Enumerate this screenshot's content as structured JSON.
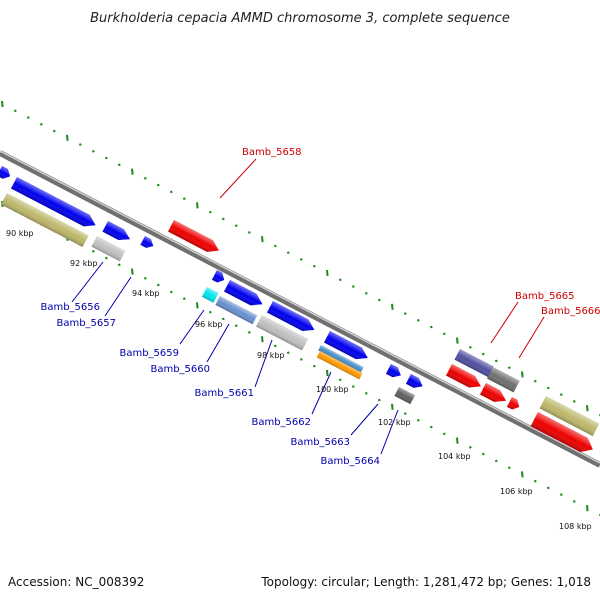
{
  "title": "Burkholderia cepacia AMMD chromosome 3, complete sequence",
  "footer": {
    "accession": "Accession: NC_008392",
    "topology": "Topology: circular; Length: 1,281,472 bp; Genes: 1,018"
  },
  "colors": {
    "backbone": "#808080",
    "tick_outer": "#1a8a1a",
    "tick_inner": "#1a8a1a",
    "label_forward": "#cc0000",
    "label_reverse": "#0000aa",
    "leader_forward": "#cc0000",
    "leader_reverse": "#0000aa"
  },
  "scale": {
    "labels": [
      "90 kbp",
      "92 kbp",
      "94 kbp",
      "96 kbp",
      "98 kbp",
      "100 kbp",
      "102 kbp",
      "104 kbp",
      "106 kbp",
      "108 kbp"
    ]
  },
  "genes": {
    "labels": [
      "Bamb_5656",
      "Bamb_5657",
      "Bamb_5658",
      "Bamb_5659",
      "Bamb_5660",
      "Bamb_5661",
      "Bamb_5662",
      "Bamb_5663",
      "Bamb_5664",
      "Bamb_5665",
      "Bamb_5666"
    ]
  },
  "features": [
    {
      "color": "#0000ee",
      "arrow": true
    },
    {
      "color": "#0000ee",
      "arrow": true
    },
    {
      "color": "#bdb76b",
      "arrow": false
    },
    {
      "color": "#0000ee",
      "arrow": true
    },
    {
      "color": "#c0c0c0",
      "arrow": false
    },
    {
      "color": "#0000ee",
      "arrow": true
    },
    {
      "color": "#ee0000",
      "arrow": true
    },
    {
      "color": "#0000ee",
      "arrow": true
    },
    {
      "color": "#0000ee",
      "arrow": true
    },
    {
      "color": "#00e5ee",
      "arrow": false
    },
    {
      "color": "#6a8fcf",
      "arrow": false
    },
    {
      "color": "#0000ee",
      "arrow": true
    },
    {
      "color": "#c0c0c0",
      "arrow": false
    },
    {
      "color": "#0000ee",
      "arrow": true
    },
    {
      "color": "#4a90c8",
      "arrow": false
    },
    {
      "color": "#ff9900",
      "arrow": false
    },
    {
      "color": "#0000ee",
      "arrow": true
    },
    {
      "color": "#0000ee",
      "arrow": true
    },
    {
      "color": "#606060",
      "arrow": false
    },
    {
      "color": "#5050a0",
      "arrow": false
    },
    {
      "color": "#707070",
      "arrow": false
    },
    {
      "color": "#ee0000",
      "arrow": true
    },
    {
      "color": "#ee0000",
      "arrow": true
    },
    {
      "color": "#ee0000",
      "arrow": true
    },
    {
      "color": "#bdb76b",
      "arrow": false
    },
    {
      "color": "#ee0000",
      "arrow": true
    }
  ]
}
